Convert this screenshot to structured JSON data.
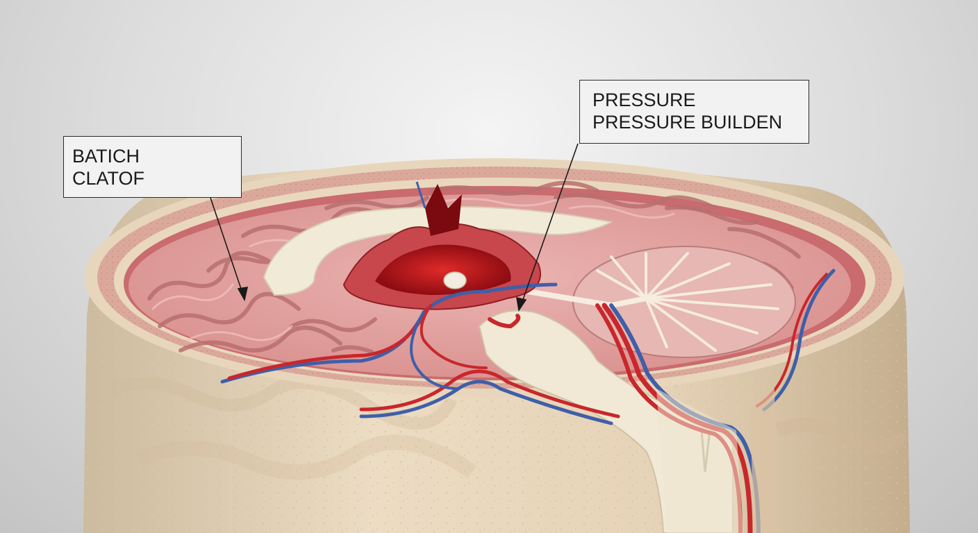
{
  "labels": {
    "left": {
      "line1": "BATICH",
      "line2": "CLATOF"
    },
    "right": {
      "line1": "PRESSURE",
      "line2": "PRESSURE BUILDEN"
    }
  },
  "colors": {
    "background": "#d9d9d9",
    "bone": "#efe1c9",
    "brain_tissue": "#e3a5a2",
    "meninges": "#c9666b",
    "blood": "#b3141b",
    "artery": "#c8272c",
    "vein": "#3f5fa8",
    "white_matter": "#f0ead6",
    "label_border": "#2a2a2a"
  }
}
